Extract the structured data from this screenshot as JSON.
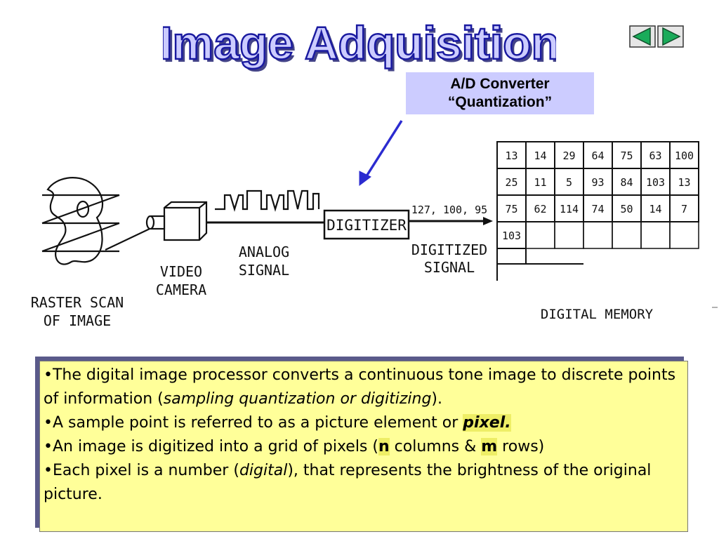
{
  "title": "Image Adquisition",
  "nav": {
    "prev_icon": "triangle-left-icon",
    "next_icon": "triangle-right-icon",
    "accent": "#1aab5a"
  },
  "adc": {
    "line1": "A/D Converter",
    "line2": "“Quantization”"
  },
  "diagram": {
    "raster_label_1": "RASTER SCAN",
    "raster_label_2": "OF IMAGE",
    "camera_label_1": "VIDEO",
    "camera_label_2": "CAMERA",
    "analog_label_1": "ANALOG",
    "analog_label_2": "SIGNAL",
    "digitizer_label": "DIGITIZER",
    "stream_values": "127, 100, 95",
    "digitized_label_1": "DIGITIZED",
    "digitized_label_2": "SIGNAL",
    "memory_label": "DIGITAL  MEMORY",
    "memory_rows": [
      [
        "13",
        "14",
        "29",
        "64",
        "75",
        "63",
        "100"
      ],
      [
        "25",
        "11",
        "5",
        "93",
        "84",
        "103",
        "13"
      ],
      [
        "75",
        "62",
        "114",
        "74",
        "50",
        "14",
        "7"
      ],
      [
        "103",
        "",
        "",
        "",
        "",
        "",
        ""
      ]
    ]
  },
  "bullets": {
    "b1_a": "•The digital image processor converts a continuous tone image to discrete points of information (",
    "b1_em": "sampling quantization or digitizing",
    "b1_b": ").",
    "b2_a": "•A sample point is referred to as a picture element or ",
    "b2_em": "pixel.",
    "b3_a": "•An image is digitized into a grid of pixels (",
    "b3_n": "n",
    "b3_b": " columns & ",
    "b3_m": "m",
    "b3_c": " rows)",
    "b4_a": "•Each pixel is a number (",
    "b4_em": "digital",
    "b4_b": "), that represents the brightness of the original picture."
  }
}
